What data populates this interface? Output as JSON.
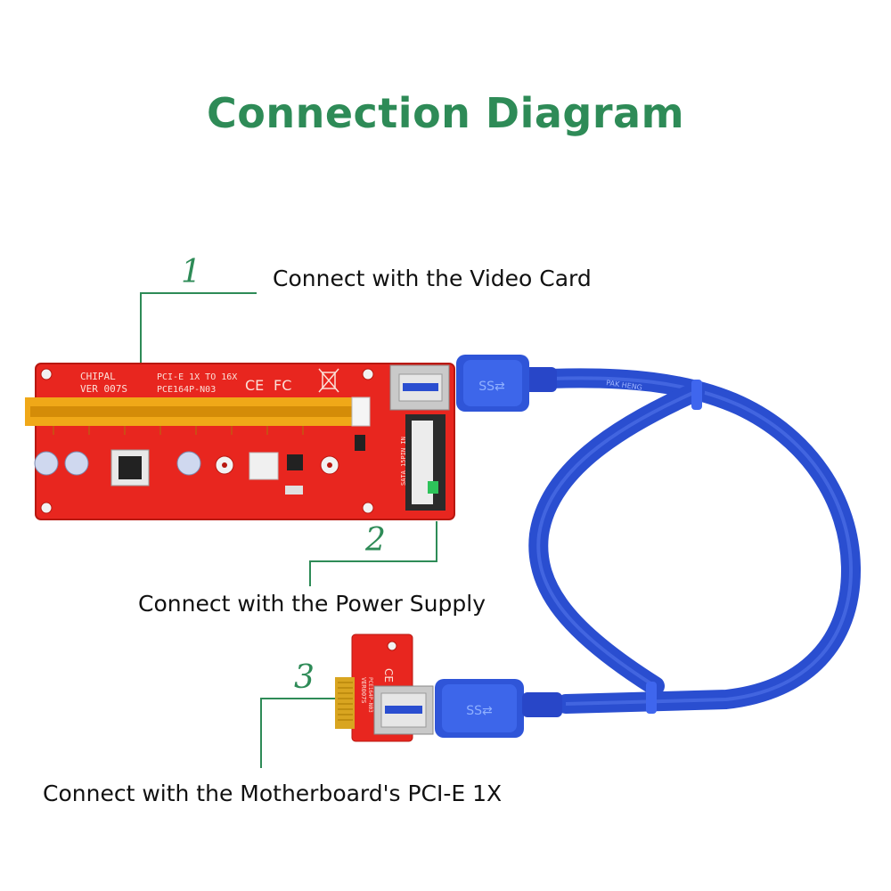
{
  "title": "Connection Diagram",
  "steps": [
    {
      "number": "1",
      "label": "Connect with the Video Card"
    },
    {
      "number": "2",
      "label": "Connect with the Power Supply"
    },
    {
      "number": "3",
      "label": "Connect with the Motherboard's PCI-E 1X"
    }
  ],
  "board_text": {
    "brand": "CHIPAL",
    "version": "VER 007S",
    "model_line1": "PCI-E 1X TO 16X",
    "model_line2": "PCE164P-N03",
    "ce_mark": "CE",
    "fc_mark": "FC",
    "sata_label": "SATA 15PIN IN",
    "small_version": "VER007S",
    "small_model": "PCE164P-N03"
  },
  "cable_text": "PAK HENG",
  "colors": {
    "accent_green": "#2e8b57",
    "board_red": "#e8261f",
    "slot_yellow": "#f0a818",
    "cable_blue": "#2a4ed0",
    "gold": "#d9a520"
  }
}
